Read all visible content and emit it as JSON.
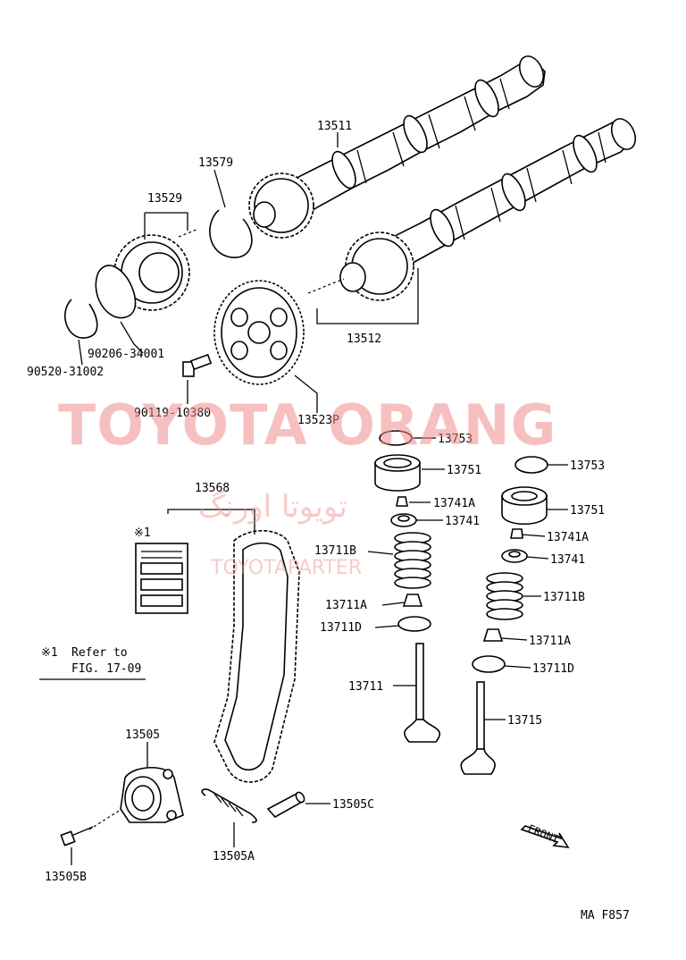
{
  "watermarks": {
    "main": "TOYOTA ORANG",
    "arabic": "تويوتا اورنگ",
    "small": "TOYOTAPARTER"
  },
  "parts": {
    "p13511": "13511",
    "p13579": "13579",
    "p13529": "13529",
    "p90206": "90206-34001",
    "p90520": "90520-31002",
    "p90119": "90119-10380",
    "p13523P": "13523P",
    "p13512": "13512",
    "p13753a": "13753",
    "p13751a": "13751",
    "p13741Aa": "13741A",
    "p13741a": "13741",
    "p13711Ba": "13711B",
    "p13711Aa": "13711A",
    "p13711Da": "13711D",
    "p13711": "13711",
    "p13753b": "13753",
    "p13751b": "13751",
    "p13741Ab": "13741A",
    "p13741b": "13741",
    "p13711Bb": "13711B",
    "p13711Ab": "13711A",
    "p13711Db": "13711D",
    "p13715": "13715",
    "p13568": "13568",
    "p13505": "13505",
    "p13505C": "13505C",
    "p13505A": "13505A",
    "p13505B": "13505B"
  },
  "note": {
    "mark_label": "※1",
    "refer_mark": "※1",
    "refer_line1": "Refer to",
    "refer_line2": "FIG. 17-09"
  },
  "front_arrow": "FRONT",
  "figure_code": "MA F857"
}
